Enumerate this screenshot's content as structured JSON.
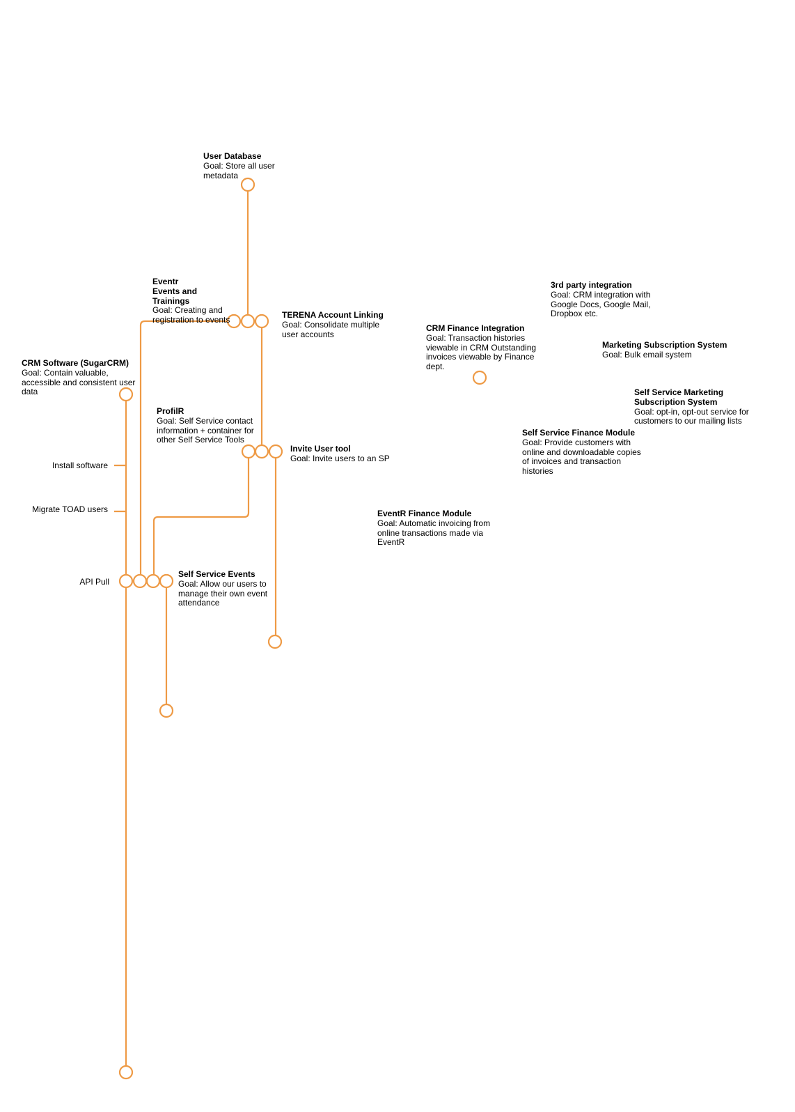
{
  "colors": {
    "line": "#EE9A45",
    "text": "#000000",
    "background": "#FFFFFF"
  },
  "nodes": {
    "user_database": {
      "title": "User Database",
      "goal": "Goal: Store all user metadata"
    },
    "eventr": {
      "title": "Eventr",
      "title2": "Events and Trainings",
      "goal": "Goal: Creating and registration to events"
    },
    "terena": {
      "title": "TERENA Account Linking",
      "goal": "Goal: Consolidate multiple user accounts"
    },
    "crm_software": {
      "title": "CRM Software (SugarCRM)",
      "goal": "Goal: Contain valuable, accessible and consistent user data"
    },
    "profilr": {
      "title": "ProfilR",
      "goal": "Goal: Self Service contact information + container for other Self Service Tools"
    },
    "invite_user": {
      "title": "Invite User tool",
      "goal": "Goal: Invite users to an SP"
    },
    "self_service_events": {
      "title": "Self Service Events",
      "goal": "Goal: Allow our users to manage their own event attendance"
    },
    "third_party": {
      "title": "3rd party integration",
      "goal": "Goal: CRM integration with Google Docs, Google Mail, Dropbox etc."
    },
    "crm_finance": {
      "title": "CRM Finance Integration",
      "goal": "Goal: Transaction histories viewable in CRM Outstanding invoices viewable by Finance dept."
    },
    "marketing_subscription": {
      "title": "Marketing Subscription System",
      "goal": "Goal: Bulk email system"
    },
    "self_service_marketing": {
      "title": "Self Service Marketing",
      "title2": "Subscription System",
      "goal": "Goal: opt-in, opt-out service for customers to our mailing lists"
    },
    "self_service_finance": {
      "title": "Self Service Finance Module",
      "goal": "Goal: Provide customers with online and downloadable copies of invoices and transaction histories"
    },
    "eventr_finance": {
      "title": "EventR Finance Module",
      "goal": "Goal: Automatic invoicing from online transactions made via EventR"
    }
  },
  "milestones": {
    "install_software": "Install software",
    "migrate_toad": "Migrate TOAD users",
    "api_pull": "API Pull"
  }
}
